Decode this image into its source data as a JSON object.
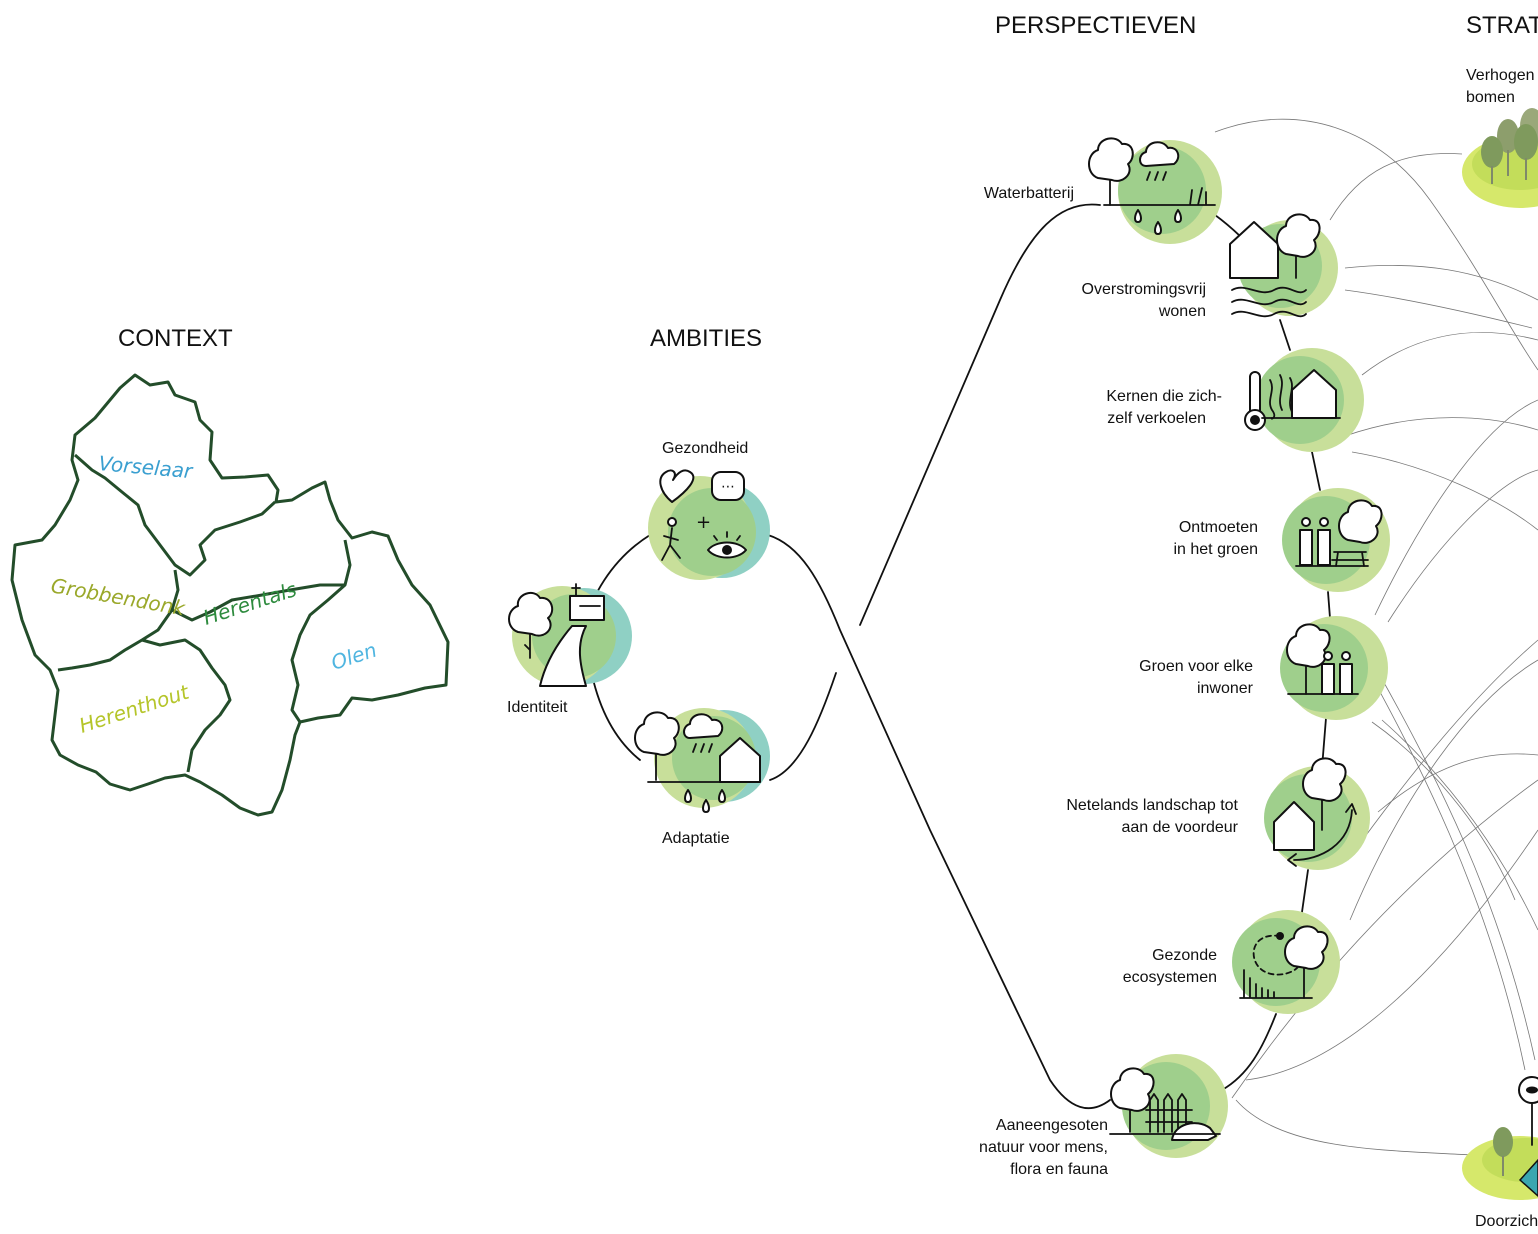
{
  "headers": {
    "context": "CONTEXT",
    "ambities": "AMBITIES",
    "perspectieven": "PERSPECTIEVEN",
    "strategie": "STRAT"
  },
  "context": {
    "municipalities": [
      {
        "name": "Vorselaar",
        "color": "#3a9fd0"
      },
      {
        "name": "Grobbendonk",
        "color": "#9aa82a"
      },
      {
        "name": "Herentals",
        "color": "#2e8b3e"
      },
      {
        "name": "Olen",
        "color": "#4fb5e0"
      },
      {
        "name": "Herenthout",
        "color": "#b5c52a"
      }
    ]
  },
  "ambities": {
    "items": [
      {
        "label": "Gezondheid"
      },
      {
        "label": "Identiteit"
      },
      {
        "label": "Adaptatie"
      }
    ]
  },
  "perspectieven": {
    "items": [
      {
        "lines": [
          "Waterbatterij"
        ]
      },
      {
        "lines": [
          "Overstromingsvrij",
          "wonen"
        ]
      },
      {
        "lines": [
          "Kernen die zich-",
          "zelf verkoelen"
        ]
      },
      {
        "lines": [
          "Ontmoeten",
          "in het groen"
        ]
      },
      {
        "lines": [
          "Groen voor elke",
          "inwoner"
        ]
      },
      {
        "lines": [
          "Netelands landschap tot",
          "aan de voordeur"
        ]
      },
      {
        "lines": [
          "Gezonde",
          "ecosystemen"
        ]
      },
      {
        "lines": [
          "Aaneengesoten",
          "natuur voor mens,",
          "flora en fauna"
        ]
      }
    ]
  },
  "strategie": {
    "top_label": [
      "Verhogen",
      "bomen"
    ],
    "bottom_label": "Doorzich"
  },
  "colors": {
    "light_green": "#c8df9a",
    "mid_green": "#9fcf8c",
    "teal": "#8fd0c4",
    "lime_blob": "#d6e86b"
  }
}
